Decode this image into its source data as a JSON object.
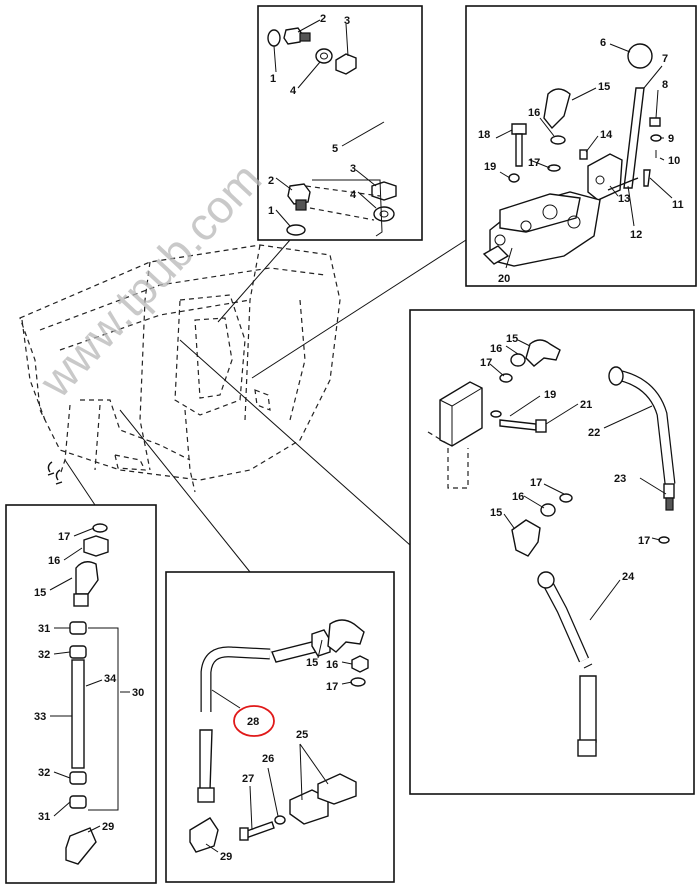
{
  "watermark": "www.tpub.com",
  "highlight_color": "#e01919",
  "callouts": {
    "top_left": [
      "2",
      "3",
      "1",
      "4",
      "5",
      "3",
      "2",
      "4",
      "1"
    ],
    "top_right": [
      "6",
      "7",
      "15",
      "16",
      "8",
      "18",
      "14",
      "9",
      "17",
      "10",
      "19",
      "13",
      "11",
      "12",
      "20"
    ],
    "right": [
      "15",
      "16",
      "17",
      "19",
      "21",
      "22",
      "17",
      "23",
      "16",
      "15",
      "17",
      "24"
    ],
    "left": [
      "17",
      "16",
      "15",
      "31",
      "32",
      "34",
      "30",
      "33",
      "32",
      "31",
      "29"
    ],
    "bottom_mid": [
      "15",
      "16",
      "17",
      "28",
      "25",
      "26",
      "27",
      "29"
    ]
  },
  "highlighted_callout": "28"
}
